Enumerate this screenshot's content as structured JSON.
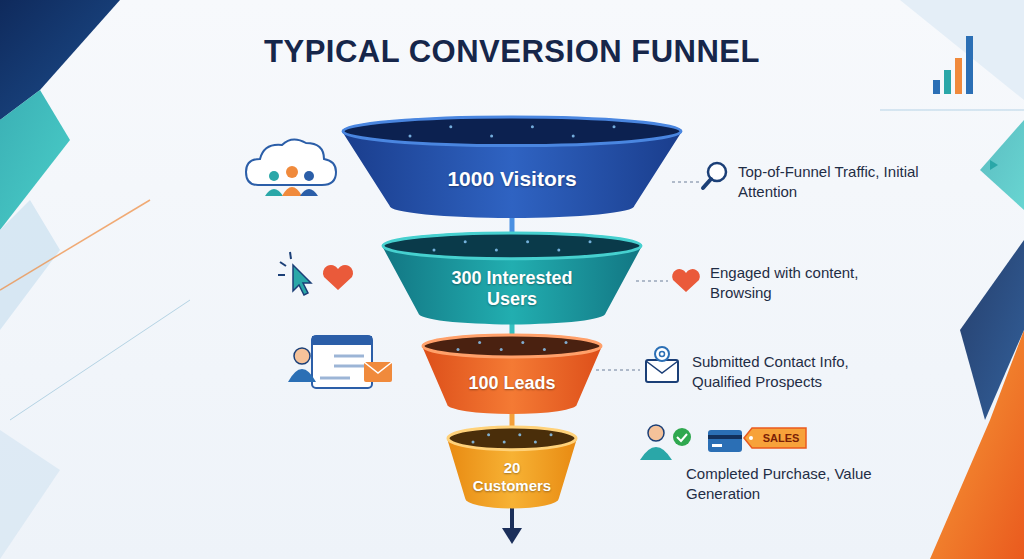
{
  "diagram": {
    "title": "TYPICAL CONVERSION FUNNEL",
    "nodes": [
      {
        "text": [
          "1000 Visitors"
        ]
      },
      {
        "text": [
          "300 Interested Users"
        ]
      },
      {
        "text": [
          "100 Leads"
        ]
      },
      {
        "text": [
          "20 Customers"
        ]
      }
    ],
    "edges": [
      {
        "from": 0,
        "to": 1,
        "arrow": "to"
      },
      {
        "from": 1,
        "to": 2,
        "arrow": "to"
      },
      {
        "from": 2,
        "to": 3,
        "arrow": "to"
      }
    ],
    "labels": [
      "Top-of-Funnel Traffic, Initial Attention",
      "Engaged with content, Browsing",
      "Submitted Contact Info, Qualified Prospects",
      "Completed Purchase, Value Generation",
      "SALES"
    ]
  }
}
